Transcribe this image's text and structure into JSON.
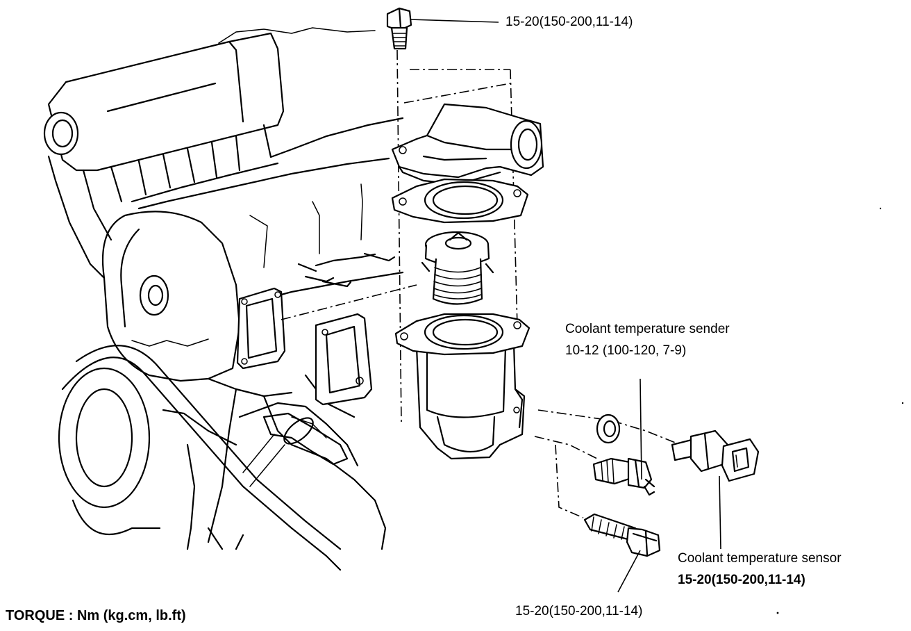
{
  "labels": {
    "top_bolt_torque": "15-20(150-200,11-14)",
    "sender_title": "Coolant temperature sender",
    "sender_torque": "10-12 (100-120, 7-9)",
    "sensor_title": "Coolant temperature sensor",
    "sensor_torque": "15-20(150-200,11-14)",
    "bottom_bolt_torque": "15-20(150-200,11-14)",
    "torque_units": "TORQUE : Nm (kg.cm, lb.ft)"
  }
}
